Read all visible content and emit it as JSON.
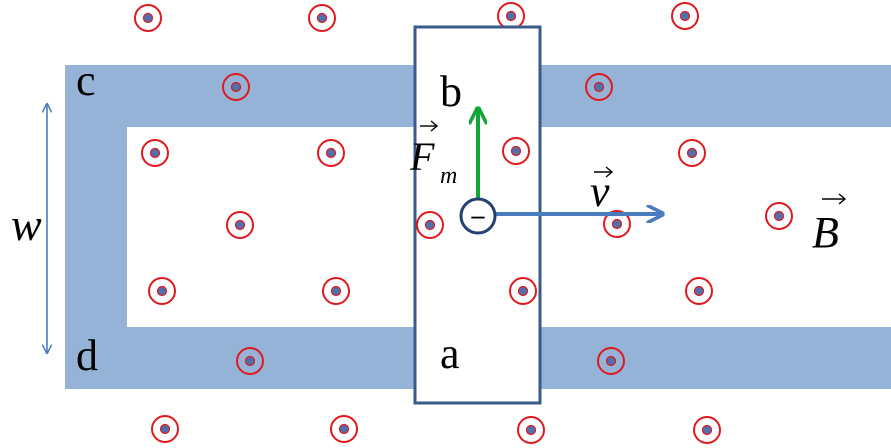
{
  "labels": {
    "c": "c",
    "d": "d",
    "b": "b",
    "a": "a",
    "w": "w",
    "force_letter": "F",
    "force_sub": "m",
    "velocity_letter": "v",
    "field_letter": "B",
    "charge_sign": "–"
  },
  "field": {
    "direction": "out-of-page",
    "symbol": "dot-in-circle",
    "ring_color": "#e0191e",
    "dot_color": "#4f6fad"
  },
  "colors": {
    "rail": "#95b3d7",
    "rod_stroke": "#3a5a8a",
    "velocity_arrow": "#4a7bbf",
    "force_arrow": "#13a538",
    "dimension_arrow": "#4a7bbf",
    "charge_ring": "#243f73"
  }
}
